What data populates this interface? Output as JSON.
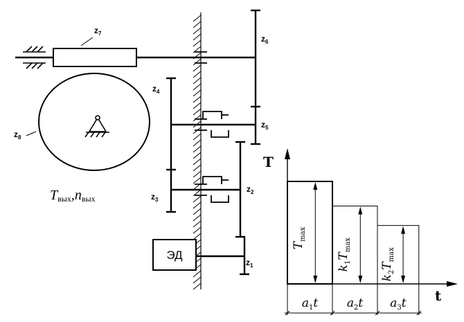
{
  "gear_labels": {
    "z7": {
      "main": "z",
      "sub": "7"
    },
    "z6": {
      "main": "z",
      "sub": "6"
    },
    "z4": {
      "main": "z",
      "sub": "4"
    },
    "z5": {
      "main": "z",
      "sub": "5"
    },
    "z8": {
      "main": "z",
      "sub": "8"
    },
    "z2": {
      "main": "z",
      "sub": "2"
    },
    "z3": {
      "main": "z",
      "sub": "3"
    },
    "z1": {
      "main": "z",
      "sub": "1"
    }
  },
  "output_label": {
    "t_main": "T",
    "t_sub": "вых",
    "sep": ",",
    "n_main": "n",
    "n_sub": "вых"
  },
  "motor_label": "ЭД",
  "chart_data": {
    "type": "bar",
    "title": "",
    "ylabel": "T",
    "xlabel": "t",
    "bar_labels": [
      {
        "coef": "",
        "coef_sub": "",
        "main": "T",
        "sub": "max"
      },
      {
        "coef": "k",
        "coef_sub": "1",
        "main": "T",
        "sub": "max"
      },
      {
        "coef": "k",
        "coef_sub": "2",
        "main": "T",
        "sub": "max"
      }
    ],
    "intervals": [
      {
        "main": "a",
        "sub": "1",
        "tail": "t"
      },
      {
        "main": "a",
        "sub": "2",
        "tail": "t"
      },
      {
        "main": "a",
        "sub": "3",
        "tail": "t"
      }
    ],
    "relative_heights": [
      1.0,
      0.76,
      0.57
    ],
    "relative_widths": [
      1.0,
      1.0,
      0.92
    ]
  }
}
